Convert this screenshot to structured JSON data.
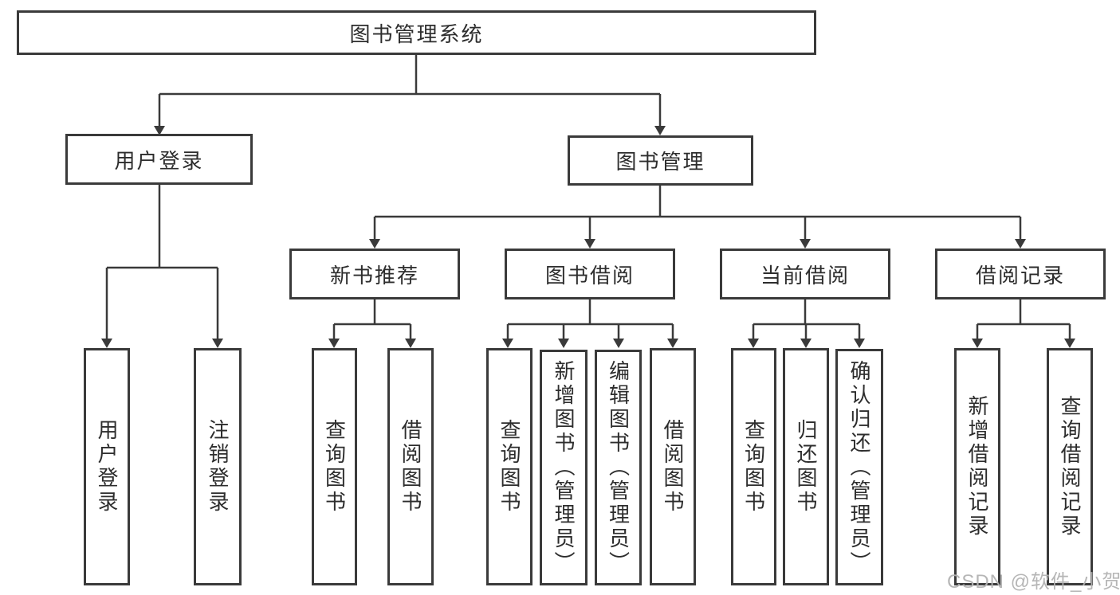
{
  "tree": {
    "label": "图书管理系统",
    "children": [
      {
        "label": "用户登录",
        "children": [
          {
            "label": "用户登录"
          },
          {
            "label": "注销登录"
          }
        ]
      },
      {
        "label": "图书管理",
        "children": [
          {
            "label": "新书推荐",
            "children": [
              {
                "label": "查询图书"
              },
              {
                "label": "借阅图书"
              }
            ]
          },
          {
            "label": "图书借阅",
            "children": [
              {
                "label": "查询图书"
              },
              {
                "label": "新增图书（管理员）"
              },
              {
                "label": "编辑图书（管理员）"
              },
              {
                "label": "借阅图书"
              }
            ]
          },
          {
            "label": "当前借阅",
            "children": [
              {
                "label": "查询图书"
              },
              {
                "label": "归还图书"
              },
              {
                "label": "确认归还（管理员）"
              }
            ]
          },
          {
            "label": "借阅记录",
            "children": [
              {
                "label": "新增借阅记录"
              },
              {
                "label": "查询借阅记录"
              }
            ]
          }
        ]
      }
    ]
  },
  "watermark": "CSDN @软件_小贺同学",
  "colors": {
    "line": "#3a3a3a",
    "text": "#2d2d2d",
    "watermark": "#b3b3b3",
    "background": "#ffffff"
  }
}
